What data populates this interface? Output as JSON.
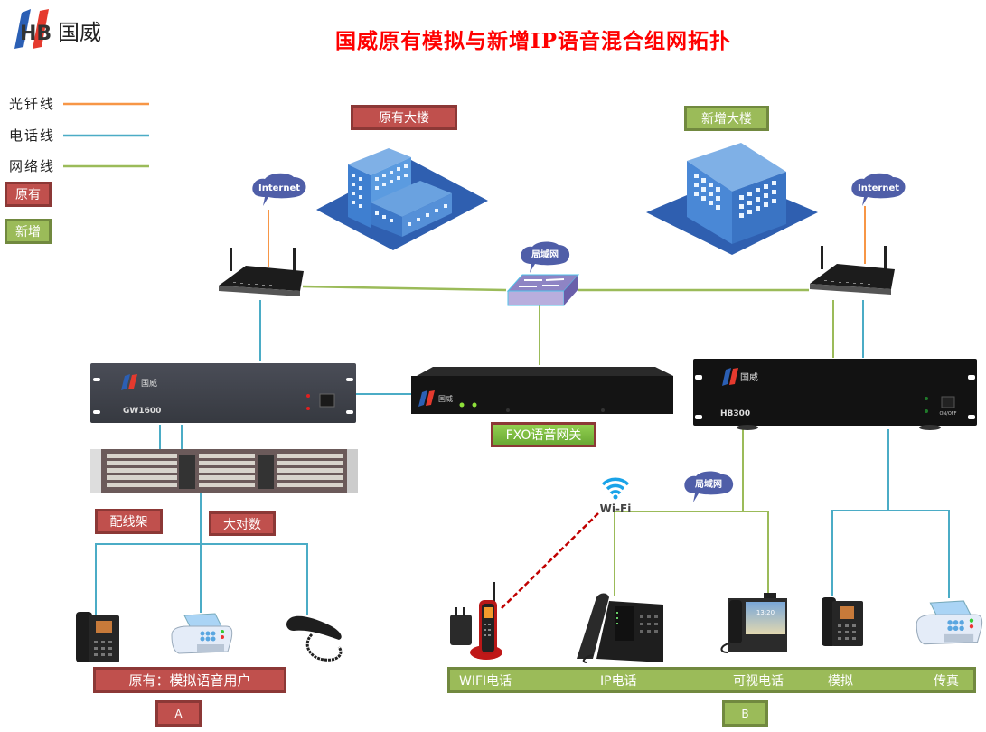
{
  "brand": {
    "logo_mark": "HB",
    "logo_name": "国威"
  },
  "title": "国威原有模拟与新增IP语音混合组网拓扑",
  "legend": {
    "items": [
      {
        "label": "光钎线",
        "color": "#f79646"
      },
      {
        "label": "电话线",
        "color": "#4bacc6"
      },
      {
        "label": "网络线",
        "color": "#9bbb59"
      }
    ],
    "existing_label": "原有",
    "new_label": "新增"
  },
  "colors": {
    "existing": "#c0504d",
    "new": "#9bbb59",
    "fiber": "#f79646",
    "phone": "#4bacc6",
    "network": "#9bbb59",
    "cloud": "#4f5ea8",
    "title": "#ff0000"
  },
  "buildings": {
    "existing": "原有大楼",
    "new": "新增大楼"
  },
  "clouds": {
    "internet_left": "Internet",
    "internet_right": "Internet",
    "lan_switch": "局域网",
    "lan_right": "局域网"
  },
  "devices": {
    "gw1600": {
      "model": "GW1600",
      "brand": "国威"
    },
    "fxo_gateway": {
      "brand": "国威",
      "label": "FXO语音网关"
    },
    "hb300": {
      "model": "HB300",
      "brand": "国威",
      "switch_label": "ON/OFF"
    },
    "wifi_icon": "Wi-Fi"
  },
  "patch_panel": {
    "label": "配线架",
    "cable_label": "大对数"
  },
  "group_a": {
    "label": "原有：模拟语音用户",
    "id": "A"
  },
  "group_b": {
    "items": [
      "WIFI电话",
      "IP电话",
      "可视电话",
      "模拟",
      "传真"
    ],
    "id": "B"
  },
  "video_phone_clock": "13:20"
}
